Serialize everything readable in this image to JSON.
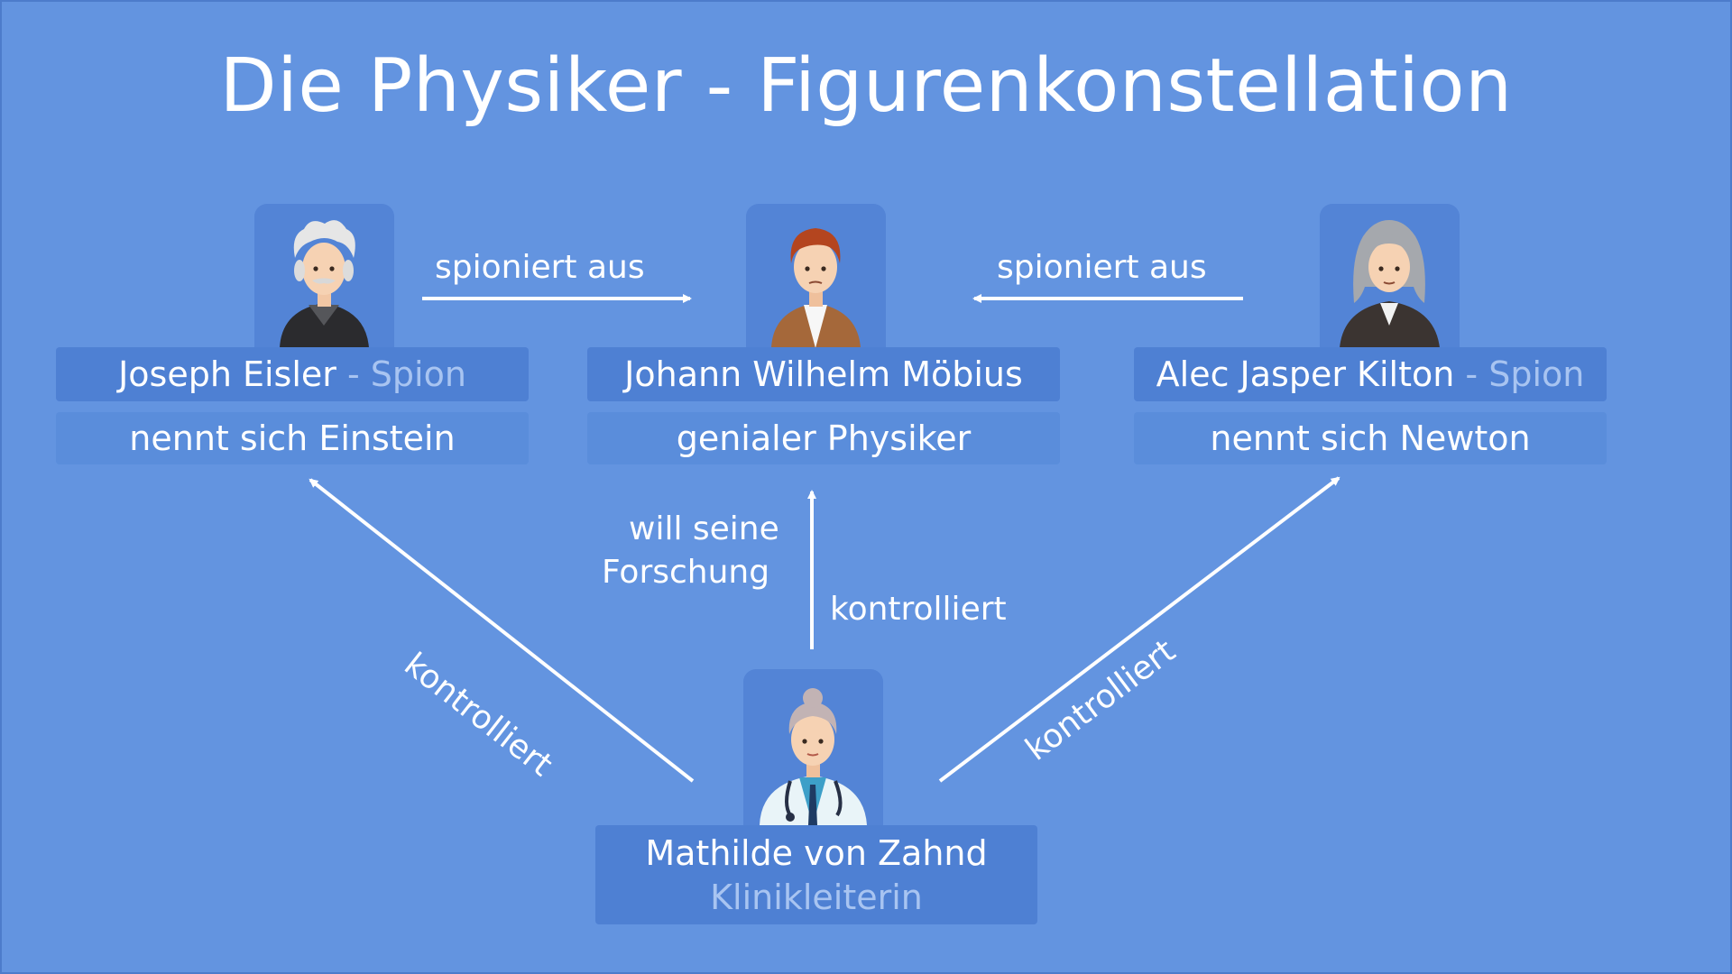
{
  "title": "Die Physiker - Figurenkonstellation",
  "characters": {
    "eisler": {
      "name": "Joseph Eisler",
      "separator": " - ",
      "role": "Spion",
      "alias": "nennt sich Einstein"
    },
    "moebius": {
      "name": "Johann Wilhelm Möbius",
      "alias": "genialer Physiker"
    },
    "kilton": {
      "name": "Alec Jasper Kilton",
      "separator": " - ",
      "role": "Spion",
      "alias": "nennt sich Newton"
    },
    "zahnd": {
      "name": "Mathilde von Zahnd",
      "role": "Klinikleiterin"
    }
  },
  "relations": {
    "eisler_to_moebius": "spioniert aus",
    "kilton_to_moebius": "spioniert aus",
    "zahnd_to_eisler": "kontrolliert",
    "zahnd_to_kilton": "kontrolliert",
    "moebius_wants_line1": "will seine",
    "moebius_wants_line2": "Forschung",
    "zahnd_to_moebius": "kontrolliert"
  },
  "colors": {
    "background": "#6394e0",
    "box_dark": "#4e80d3",
    "box_light": "#5a8ddb",
    "role_text": "#a8c4f1",
    "text": "#ffffff"
  },
  "icons": [
    "einstein-avatar-icon",
    "moebius-avatar-icon",
    "newton-avatar-icon",
    "doctor-avatar-icon"
  ]
}
